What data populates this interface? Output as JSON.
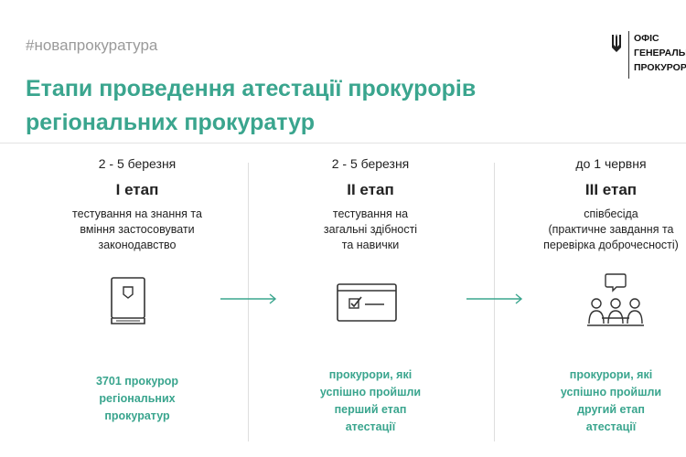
{
  "header": {
    "hashtag": "#новапрокуратура",
    "logo_lines": [
      "ОФІС",
      "ГЕНЕРАЛЬНОГО",
      "ПРОКУРОРА"
    ],
    "title_line1": "Етапи проведення атестації прокурорів",
    "title_line2": "регіональних прокуратур"
  },
  "stages": [
    {
      "date": "2 - 5 березня",
      "name": "І етап",
      "desc": [
        "тестування на знання та",
        "вміння застосовувати",
        "законодавство"
      ],
      "icon": "book-icon",
      "result": [
        "3701 прокурор",
        "регіональних",
        "прокуратур"
      ]
    },
    {
      "date": "2 - 5 березня",
      "name": "ІІ етап",
      "desc": [
        "тестування на",
        "загальні здібності",
        "та навички"
      ],
      "icon": "test-window-icon",
      "result": [
        "прокурори, які",
        "успішно пройшли",
        "перший етап",
        "атестації"
      ]
    },
    {
      "date": "до 1 червня",
      "name": "ІІІ етап",
      "desc": [
        "співбесіда",
        "(практичне завдання та",
        "перевірка доброчесності)"
      ],
      "icon": "interview-icon",
      "result": [
        "прокурори, які",
        "успішно пройшли",
        "другий етап",
        "атестації"
      ]
    }
  ],
  "colors": {
    "accent": "#3aa58e",
    "text": "#222222",
    "hashtag": "#9a9a9a"
  }
}
